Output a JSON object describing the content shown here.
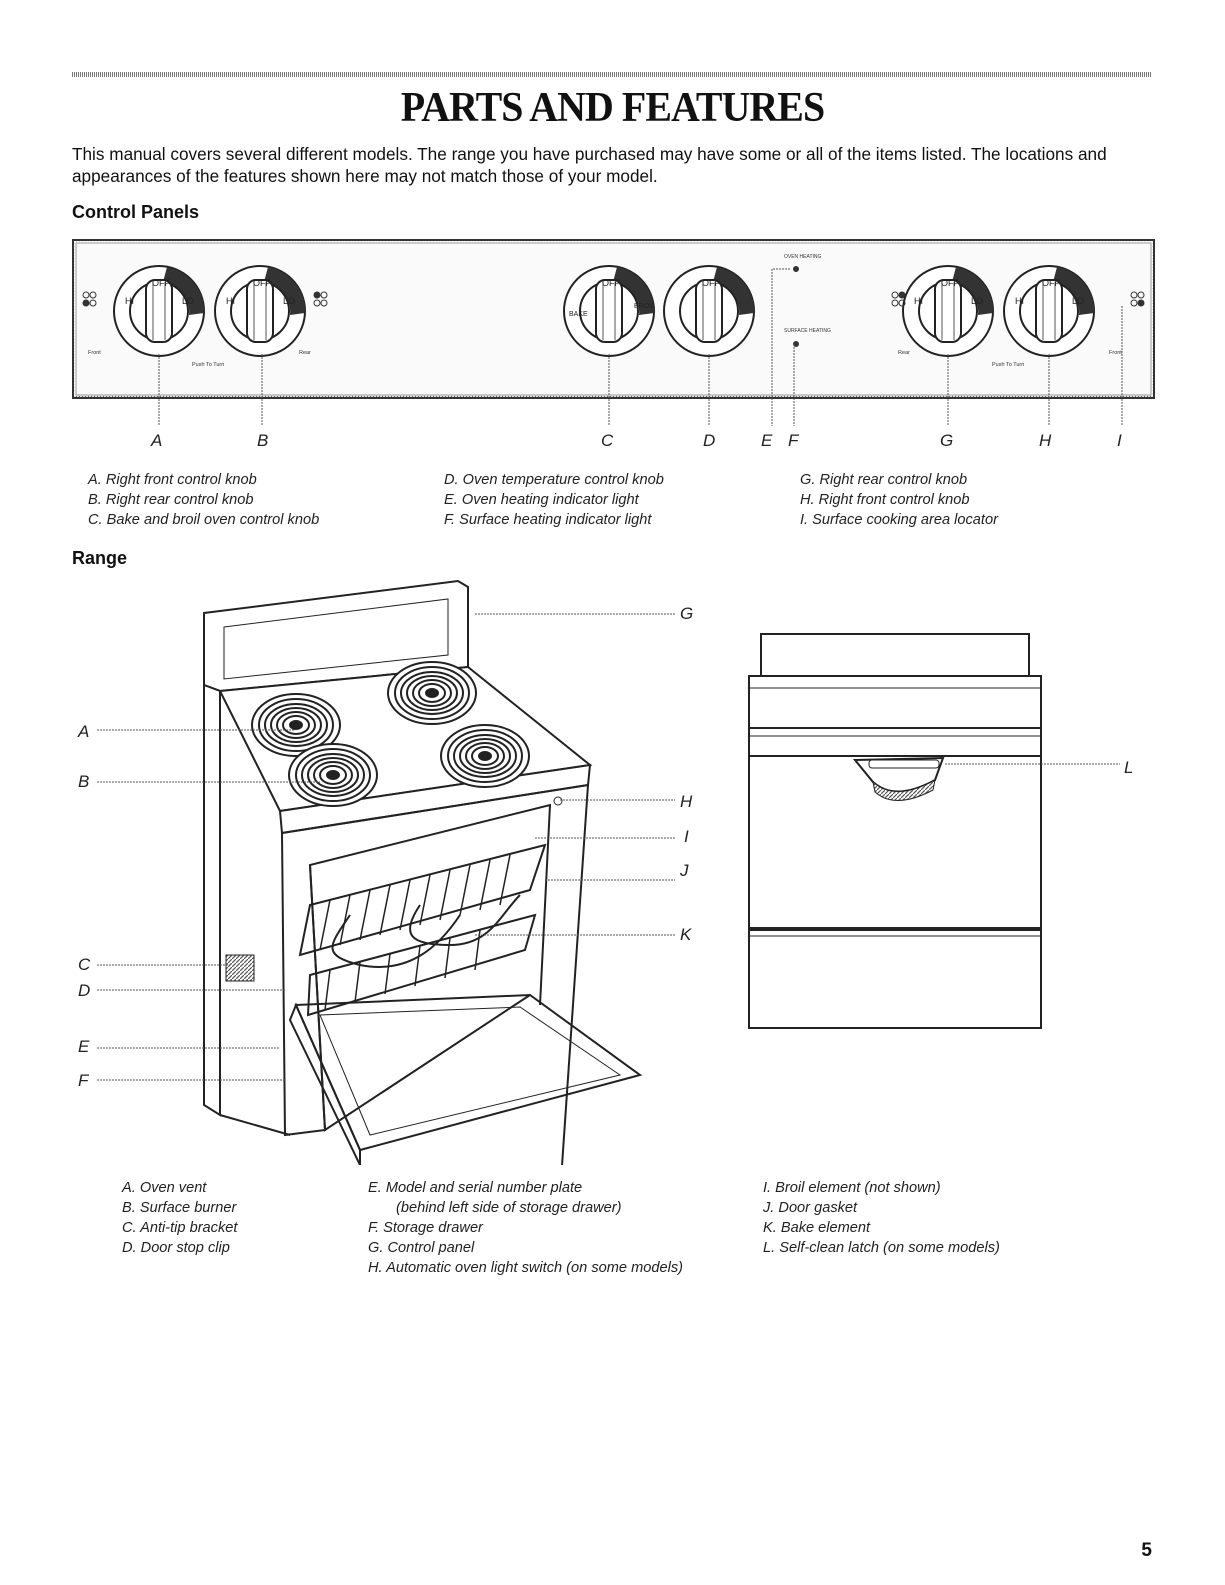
{
  "title": "PARTS AND FEATURES",
  "intro": "This manual covers several different models. The range you have purchased may have some or all of the items listed. The locations and appearances of the features shown here may not match those of your model.",
  "control_panels": {
    "heading": "Control Panels",
    "knob_texts": {
      "off": "OFF",
      "hi": "HI",
      "lo": "LO",
      "bake": "BAKE",
      "broil": "BROIL"
    },
    "panel_texts": {
      "front": "Front",
      "rear": "Rear",
      "push_to_turn": "Push To Turn",
      "oven_heating": "OVEN HEATING",
      "surface_heating": "SURFACE HEATING"
    },
    "letters": [
      "A",
      "B",
      "C",
      "D",
      "E",
      "F",
      "G",
      "H",
      "I"
    ],
    "captions": [
      [
        "A. Right front control knob",
        "B. Right rear control knob",
        "C. Bake and broil oven control knob"
      ],
      [
        "D. Oven temperature control knob",
        "E. Oven heating indicator light",
        "F. Surface heating indicator light"
      ],
      [
        "G. Right rear control knob",
        "H. Right front control knob",
        "I. Surface cooking area locator"
      ]
    ]
  },
  "range": {
    "heading": "Range",
    "left_letters": [
      "A",
      "B",
      "C",
      "D",
      "E",
      "F"
    ],
    "right_letters": [
      "G",
      "H",
      "I",
      "J",
      "K"
    ],
    "side_letter": "L",
    "captions": [
      [
        "A. Oven vent",
        "B. Surface burner",
        "C. Anti-tip bracket",
        "D. Door stop clip"
      ],
      [
        "E. Model and serial number plate",
        "(behind left side of storage drawer)",
        "F. Storage drawer",
        "G. Control panel",
        "H. Automatic oven light switch (on some models)"
      ],
      [
        "I. Broil element (not shown)",
        "J. Door gasket",
        "K. Bake element",
        "L. Self-clean latch (on some models)"
      ]
    ]
  },
  "page_number": "5"
}
